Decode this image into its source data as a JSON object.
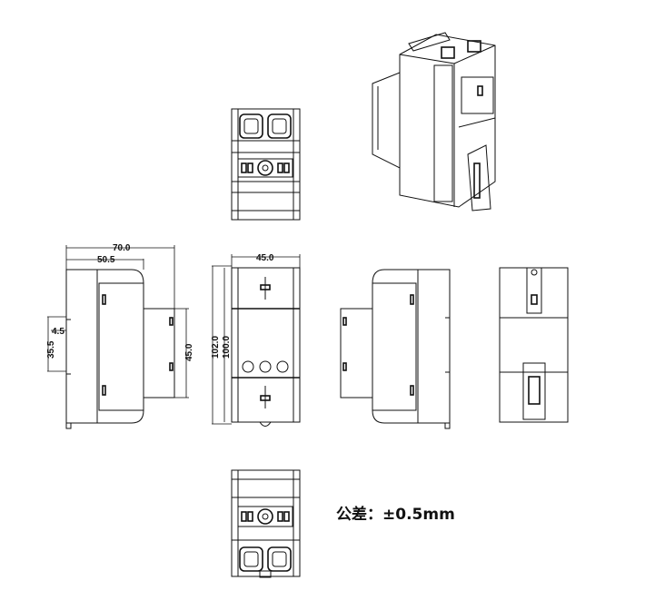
{
  "dimensions": {
    "overall_depth": "70.0",
    "body_depth": "50.5",
    "rail_offset": "4.5",
    "rail_height": "35.5",
    "front_height": "45.0",
    "width": "45.0",
    "overall_height": "102.0",
    "body_height": "100.0"
  },
  "tolerance": "公差：±0.5mm"
}
